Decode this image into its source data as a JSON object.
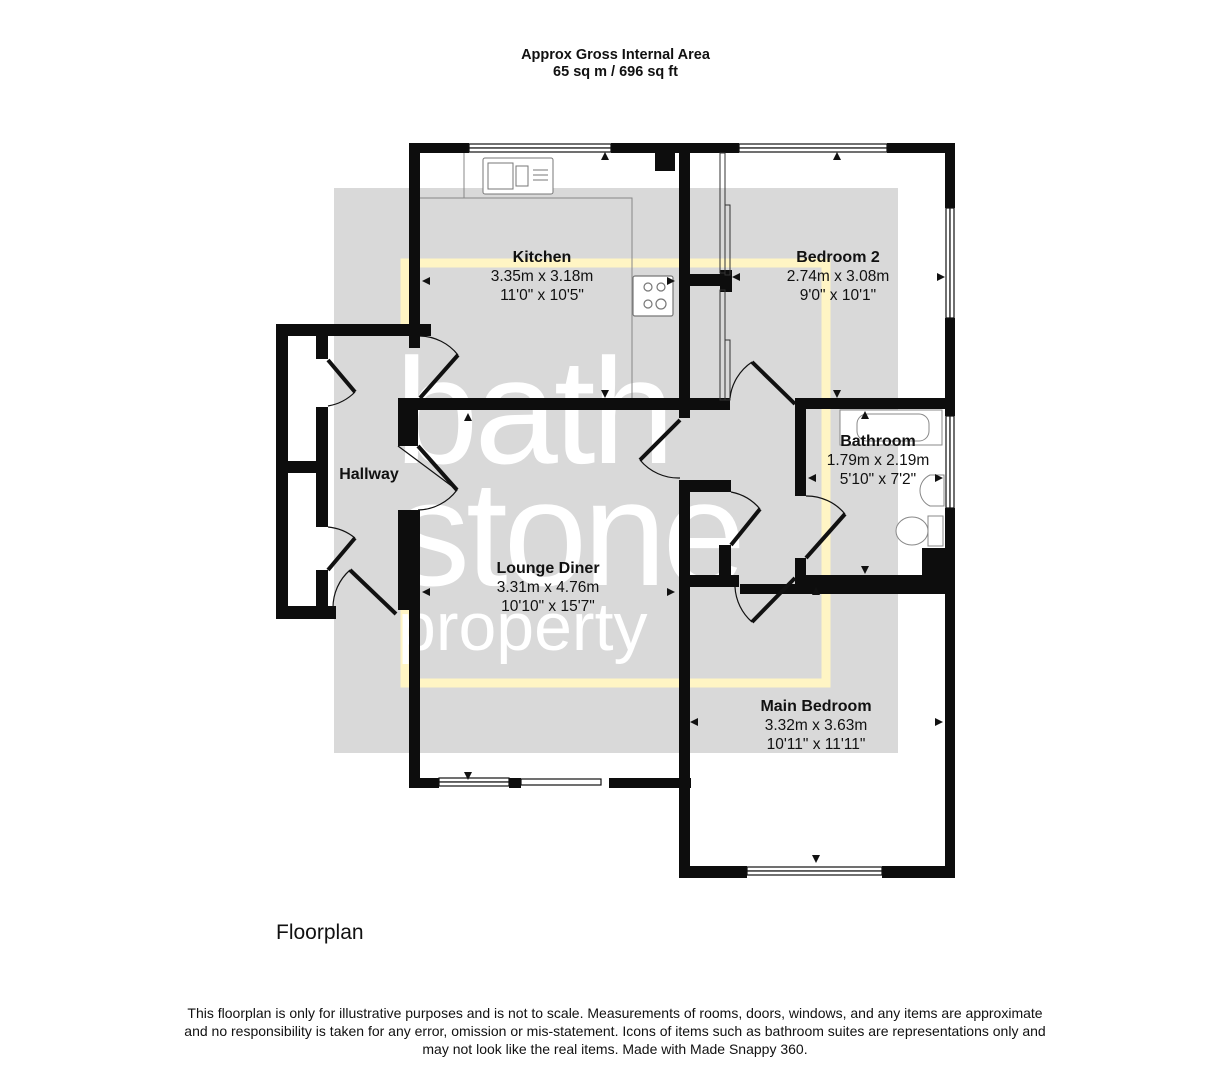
{
  "header": {
    "title": "Approx Gross Internal Area",
    "area": "65 sq m / 696 sq ft"
  },
  "watermark": {
    "line1": "bath",
    "line2": "stone",
    "line3": "property",
    "box_color": "#d9d9d9",
    "frame_color": "#fff5c4"
  },
  "rooms": [
    {
      "name": "Kitchen",
      "metric": "3.35m x 3.18m",
      "imperial": "11'0\" x 10'5\""
    },
    {
      "name": "Bedroom 2",
      "metric": "2.74m x 3.08m",
      "imperial": "9'0\" x 10'1\""
    },
    {
      "name": "Hallway",
      "metric": "",
      "imperial": ""
    },
    {
      "name": "Bathroom",
      "metric": "1.79m x 2.19m",
      "imperial": "5'10\" x 7'2\""
    },
    {
      "name": "Lounge Diner",
      "metric": "3.31m x 4.76m",
      "imperial": "10'10\" x 15'7\""
    },
    {
      "name": "Main Bedroom",
      "metric": "3.32m x 3.63m",
      "imperial": "10'11\" x 11'11\""
    }
  ],
  "floor": {
    "title": "Floorplan"
  },
  "disclaimer": {
    "line1": "This floorplan is only for illustrative purposes and is not to scale. Measurements of rooms, doors, windows, and any items are approximate",
    "line2": "and no responsibility is taken for any error, omission or mis-statement. Icons of items such as bathroom suites are representations only and",
    "line3": "may not look like the real items. Made with Made Snappy 360."
  },
  "colors": {
    "wall": "#0d0d0d",
    "text": "#111111"
  }
}
